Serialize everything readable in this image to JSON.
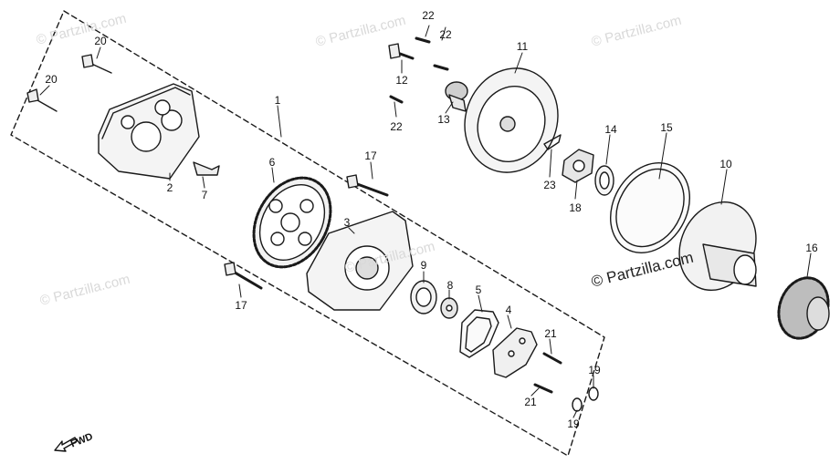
{
  "watermark": {
    "text": "© Partzilla.com",
    "faint_copies": [
      "© Partzilla.com",
      "© Partzilla.com",
      "© Partzilla.com",
      "© Partzilla.com",
      "© Partzilla.com"
    ]
  },
  "direction": {
    "label": "FWD"
  },
  "callouts": [
    {
      "id": "c1",
      "text": "1"
    },
    {
      "id": "c2",
      "text": "2"
    },
    {
      "id": "c3",
      "text": "3"
    },
    {
      "id": "c4",
      "text": "4"
    },
    {
      "id": "c5",
      "text": "5"
    },
    {
      "id": "c6",
      "text": "6"
    },
    {
      "id": "c7",
      "text": "7"
    },
    {
      "id": "c8",
      "text": "8"
    },
    {
      "id": "c9",
      "text": "9"
    },
    {
      "id": "c10",
      "text": "10"
    },
    {
      "id": "c11",
      "text": "11"
    },
    {
      "id": "c12",
      "text": "12"
    },
    {
      "id": "c13",
      "text": "13"
    },
    {
      "id": "c14",
      "text": "14"
    },
    {
      "id": "c15",
      "text": "15"
    },
    {
      "id": "c16",
      "text": "16"
    },
    {
      "id": "c17a",
      "text": "17"
    },
    {
      "id": "c17b",
      "text": "17"
    },
    {
      "id": "c18",
      "text": "18"
    },
    {
      "id": "c19a",
      "text": "19"
    },
    {
      "id": "c19b",
      "text": "19"
    },
    {
      "id": "c20a",
      "text": "20"
    },
    {
      "id": "c20b",
      "text": "20"
    },
    {
      "id": "c21a",
      "text": "21"
    },
    {
      "id": "c21b",
      "text": "21"
    },
    {
      "id": "c22a",
      "text": "22"
    },
    {
      "id": "c22b",
      "text": "22"
    },
    {
      "id": "c22c",
      "text": "22"
    },
    {
      "id": "c23",
      "text": "23"
    }
  ]
}
